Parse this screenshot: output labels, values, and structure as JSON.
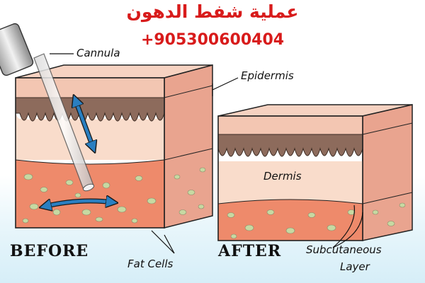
{
  "title": "عملية شفط الدهون",
  "phone": "+905300600404",
  "labels": {
    "cannula": "Cannula",
    "epidermis": "Epidermis",
    "dermis": "Dermis",
    "fat_cells": "Fat Cells",
    "subcutaneous_line1": "Subcutaneous",
    "subcutaneous_line2": "Layer",
    "before": "BEFORE",
    "after": "AFTER"
  },
  "colors": {
    "title": "#d81b1b",
    "epidermis": "#f3c6b2",
    "dermis_brown": "#8d6b5c",
    "dermis_light": "#f9dccb",
    "fat": "#ee8a6b",
    "fat_cell": "#c7d9a2",
    "arrow": "#2a7fc1"
  }
}
